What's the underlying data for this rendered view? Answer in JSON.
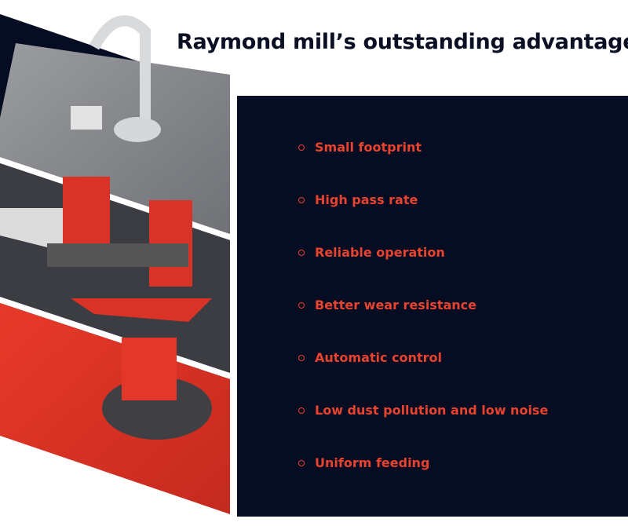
{
  "title": "Raymond mill’s outstanding advantages",
  "colors": {
    "navy": "#060c22",
    "accent": "#e8432e"
  },
  "advantages": [
    "Small footprint",
    "High pass rate",
    "Reliable operation",
    "Better wear resistance",
    "Automatic control",
    "Low dust pollution and low noise",
    "Uniform feeding"
  ]
}
